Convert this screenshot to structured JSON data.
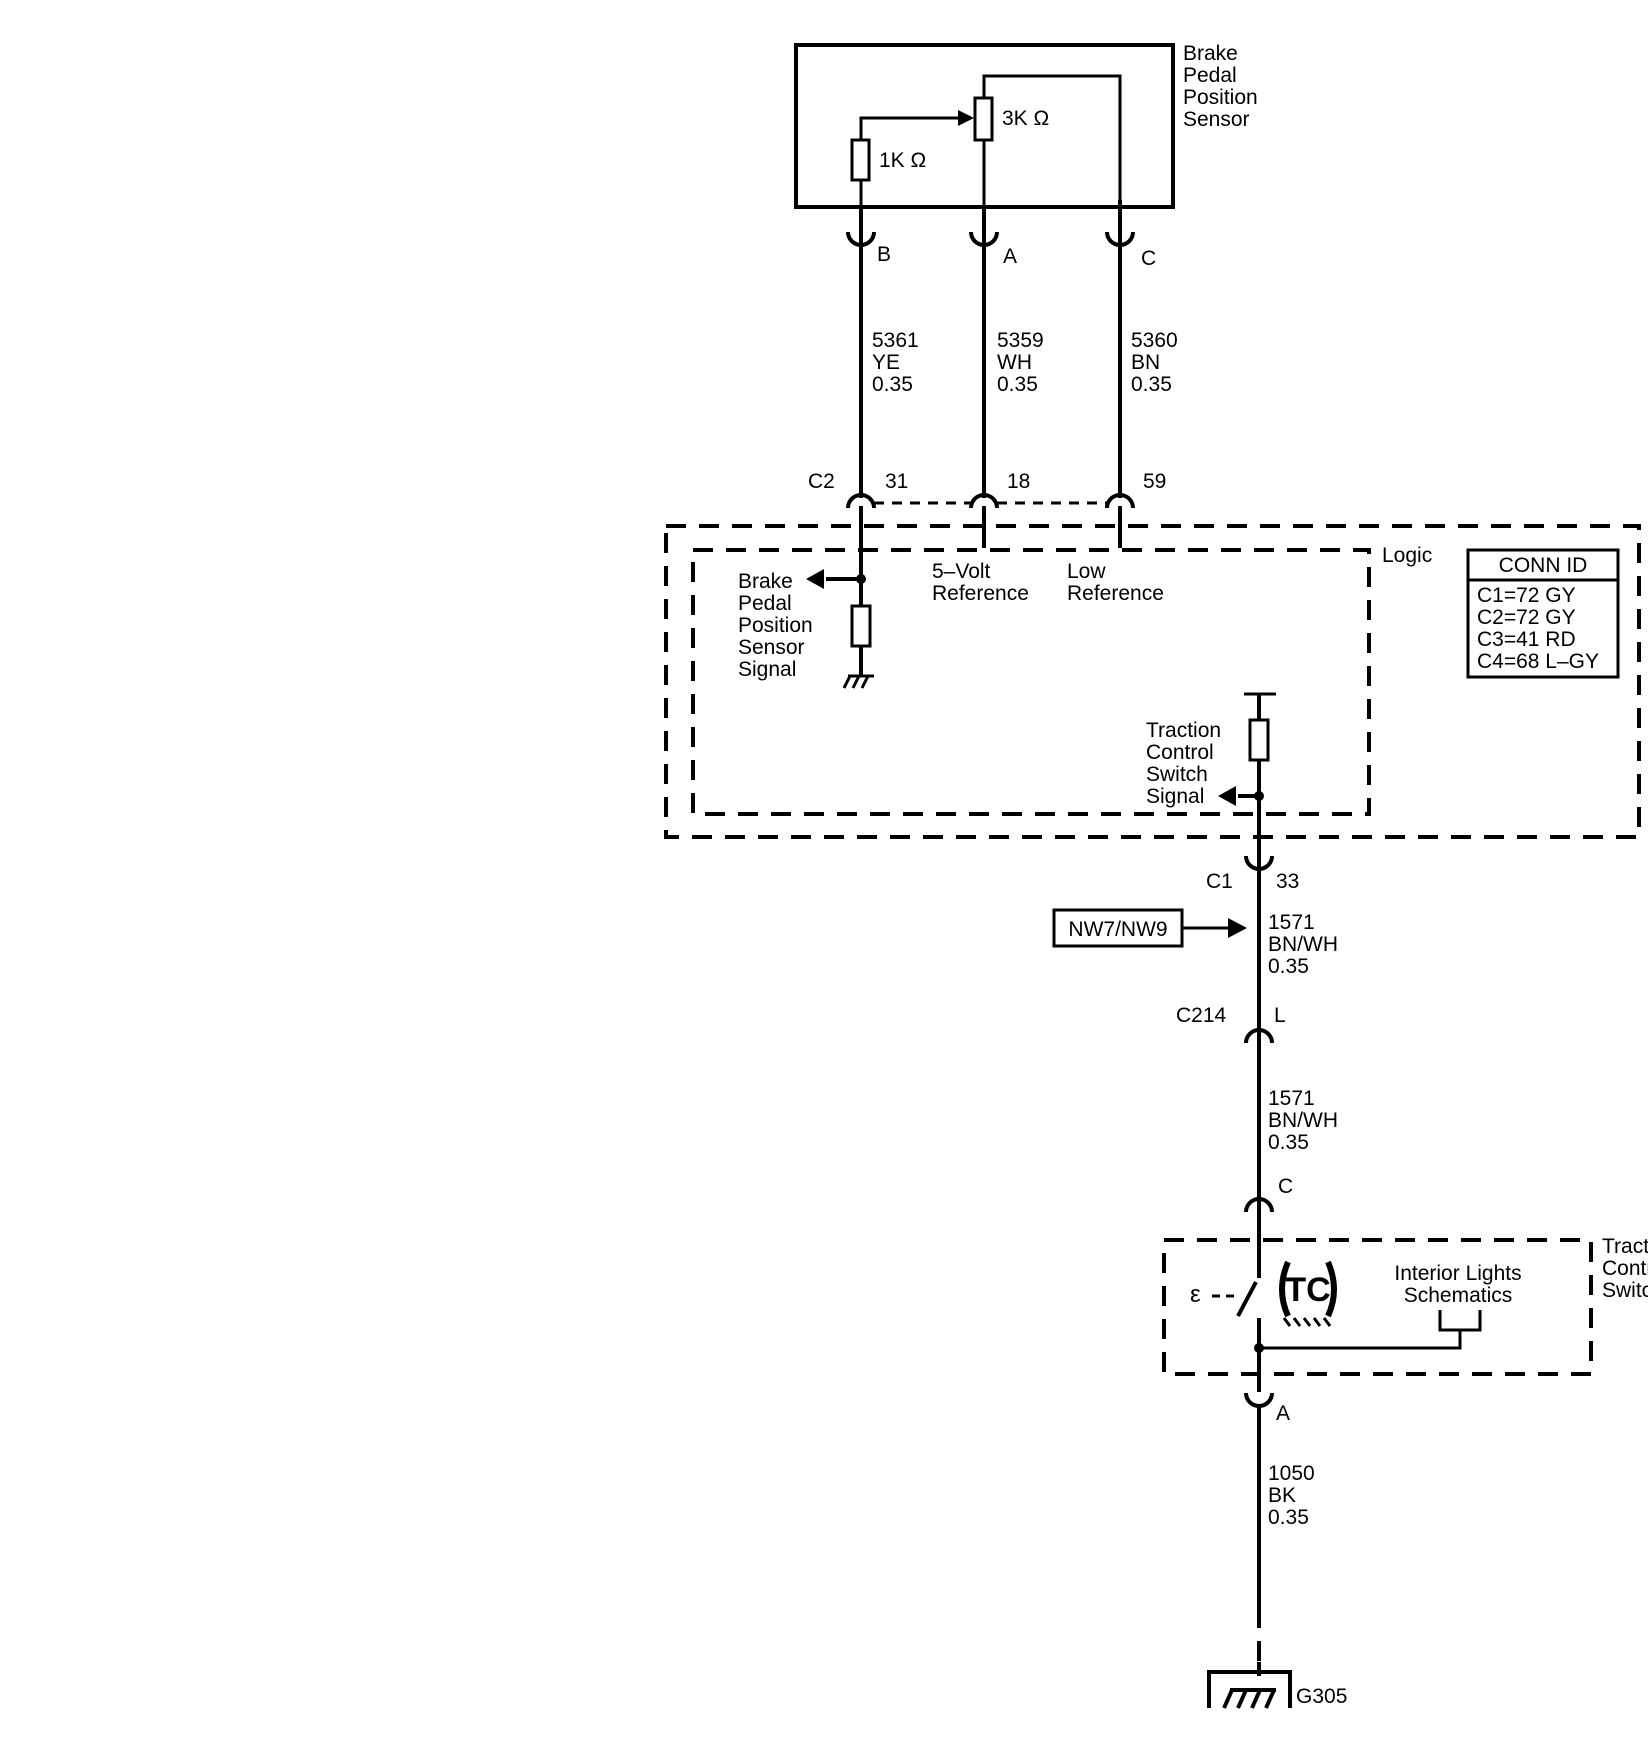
{
  "sensor": {
    "name_lines": [
      "Brake",
      "Pedal",
      "Position",
      "Sensor"
    ],
    "resistor_1": "1K Ω",
    "resistor_2": "3K Ω",
    "pins": [
      "B",
      "A",
      "C"
    ]
  },
  "wires": {
    "w5361": [
      "5361",
      "YE",
      "0.35"
    ],
    "w5359": [
      "5359",
      "WH",
      "0.35"
    ],
    "w5360": [
      "5360",
      "BN",
      "0.35"
    ],
    "w1571_a": [
      "1571",
      "BN/WH",
      "0.35"
    ],
    "w1571_b": [
      "1571",
      "BN/WH",
      "0.35"
    ],
    "w1050": [
      "1050",
      "BK",
      "0.35"
    ]
  },
  "module": {
    "connector_c2": "C2",
    "c2_pins": [
      "31",
      "18",
      "59"
    ],
    "logic_label": "Logic",
    "bpps_signal_lines": [
      "Brake",
      "Pedal",
      "Position",
      "Sensor",
      "Signal"
    ],
    "ref5v_lines": [
      "5–Volt",
      "Reference"
    ],
    "lowref_lines": [
      "Low",
      "Reference"
    ],
    "tcs_signal_lines": [
      "Traction",
      "Control",
      "Switch",
      "Signal"
    ],
    "connector_c1": "C1",
    "c1_pin": "33"
  },
  "conn_id": {
    "title": "CONN ID",
    "rows": [
      "C1=72 GY",
      "C2=72 GY",
      "C3=41 RD",
      "C4=68 L–GY"
    ]
  },
  "option_box": "NW7/NW9",
  "inline_connector": {
    "name": "C214",
    "pin": "L"
  },
  "switch": {
    "pin_top": "C",
    "pin_bottom": "A",
    "icon_text": "TC",
    "interior_lines": [
      "Interior Lights",
      "Schematics"
    ],
    "name_lines": [
      "Tract",
      "Contr",
      "Switc"
    ]
  },
  "ground": "G305"
}
